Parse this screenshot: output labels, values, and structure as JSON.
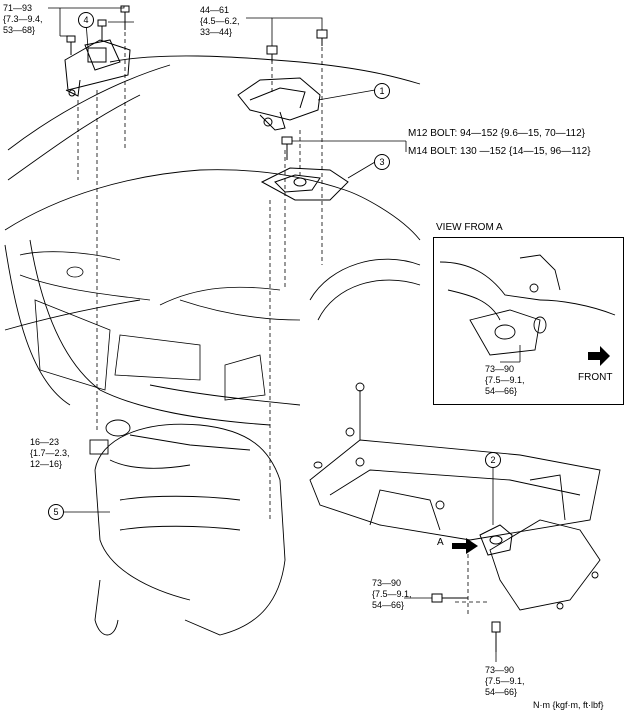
{
  "torque_labels": {
    "top_left": [
      "71—93",
      "{7.3—9.4,",
      "53—68}"
    ],
    "top_center": [
      "44—61",
      "{4.5—6.2,",
      "33—44}"
    ],
    "bolt_m12": "M12 BOLT: 94—152 {9.6—15, 70—112}",
    "bolt_m14": "M14 BOLT: 130 —152 {14—15, 96—112}",
    "left_mid": [
      "16—23",
      "{1.7—2.3,",
      "12—16}"
    ],
    "view_a": [
      "73—90",
      "{7.5—9.1,",
      "54—66}"
    ],
    "bottom_center": [
      "73—90",
      "{7.5—9.1,",
      "54—66}"
    ],
    "bottom_right": [
      "73—90",
      "{7.5—9.1,",
      "54—66}"
    ]
  },
  "callouts": {
    "c1": "1",
    "c2": "2",
    "c3": "3",
    "c4": "4",
    "c5": "5"
  },
  "view_from_a": {
    "title": "VIEW FROM A",
    "direction": "FRONT"
  },
  "arrow_label": "A",
  "units": "N·m {kgf·m, ft·lbf}"
}
